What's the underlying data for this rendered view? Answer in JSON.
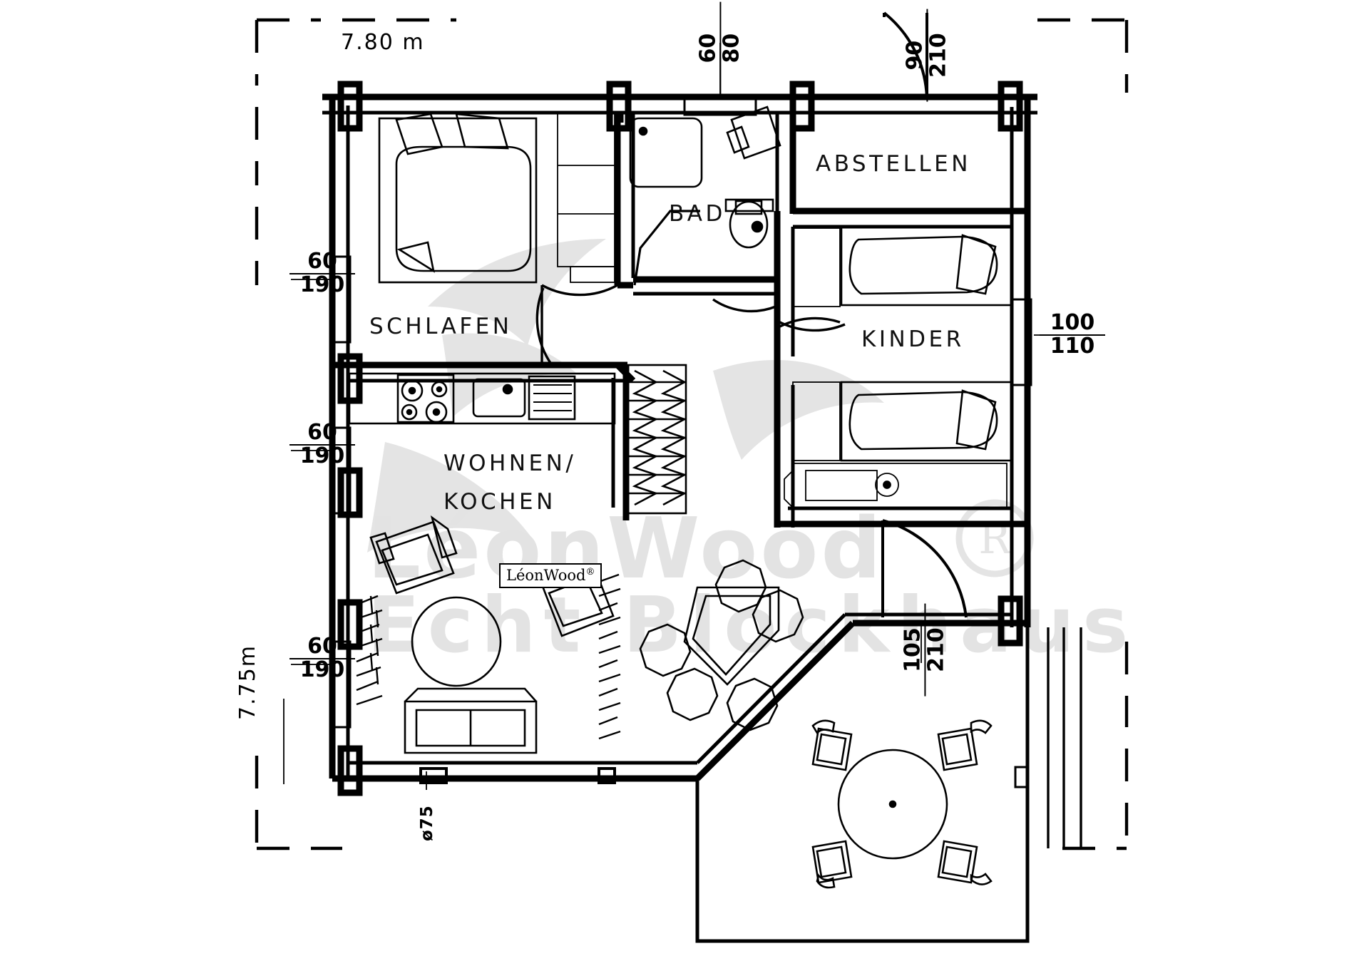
{
  "drawing": {
    "type": "architectural-floor-plan",
    "style": "black-and-white-line-drawing",
    "language": "de"
  },
  "brand": {
    "name": "LéonWood",
    "registered_mark": "®",
    "inline_logo_text": "LéonWood",
    "inline_logo_mark": "®",
    "watermark_line1": "LéonWood",
    "watermark_line2": "Echt Blockhaus",
    "watermark_mark": "®",
    "watermark_color": "#e4e4e4"
  },
  "overall_dimensions": {
    "width_label": "7.80 m",
    "height_label": "7.75m"
  },
  "rooms": [
    {
      "id": "schlafen",
      "label": "SCHLAFEN"
    },
    {
      "id": "bad",
      "label": "BAD"
    },
    {
      "id": "abstellen",
      "label": "ABSTELLEN"
    },
    {
      "id": "kinder",
      "label": "KINDER"
    },
    {
      "id": "wohnen",
      "label_line1": "WOHNEN/",
      "label_line2": "KOCHEN"
    }
  ],
  "openings": [
    {
      "id": "win-schlafen-top",
      "width": "60",
      "height": "80",
      "orientation": "vertical"
    },
    {
      "id": "door-abstellen",
      "width": "90",
      "height": "210",
      "orientation": "vertical"
    },
    {
      "id": "win-kinder-right",
      "width": "100",
      "height": "110",
      "orientation": "horizontal"
    },
    {
      "id": "door-terrace",
      "width": "105",
      "height": "210",
      "orientation": "vertical"
    },
    {
      "id": "win-left-1",
      "width": "60",
      "height": "190",
      "orientation": "horizontal"
    },
    {
      "id": "win-left-2",
      "width": "60",
      "height": "190",
      "orientation": "horizontal"
    },
    {
      "id": "win-left-3",
      "width": "60",
      "height": "190",
      "orientation": "horizontal"
    }
  ],
  "annotations": [
    {
      "id": "post-diameter",
      "label": "ø75",
      "orientation": "vertical"
    }
  ],
  "colors": {
    "line": "#000000",
    "background": "#ffffff",
    "watermark": "#e4e4e4",
    "fill_light": "#f2f2f2"
  }
}
